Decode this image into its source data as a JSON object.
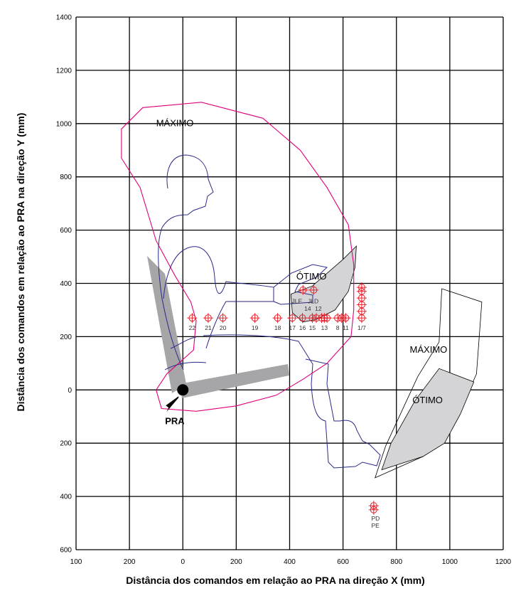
{
  "chart_data": {
    "type": "scatter",
    "xlabel": "Distância dos comandos em relação ao PRA na direção X (mm)",
    "ylabel": "Distância dos comandos em relação ao PRA na direção Y (mm)",
    "xlim": [
      -400,
      1200
    ],
    "ylim": [
      -600,
      1400
    ],
    "x_ticks": [
      -400,
      -200,
      0,
      200,
      400,
      600,
      800,
      1000,
      1200
    ],
    "x_tick_labels": [
      "100",
      "200",
      "0",
      "200",
      "400",
      "600",
      "800",
      "1000",
      "1200"
    ],
    "y_ticks": [
      1400,
      1200,
      1000,
      800,
      600,
      400,
      200,
      0,
      -200,
      -400,
      -600
    ],
    "y_tick_labels": [
      "1400",
      "1200",
      "1000",
      "800",
      "600",
      "400",
      "200",
      "0",
      "200",
      "400",
      "600"
    ],
    "grid": true,
    "hand_envelope_max": [
      [
        -230,
        980
      ],
      [
        -150,
        1060
      ],
      [
        70,
        1080
      ],
      [
        300,
        1020
      ],
      [
        440,
        900
      ],
      [
        540,
        760
      ],
      [
        620,
        620
      ],
      [
        640,
        470
      ],
      [
        640,
        300
      ],
      [
        630,
        200
      ],
      [
        540,
        100
      ],
      [
        450,
        40
      ],
      [
        350,
        -20
      ],
      [
        200,
        -60
      ],
      [
        50,
        -80
      ],
      [
        -80,
        -70
      ],
      [
        -100,
        0
      ],
      [
        -60,
        60
      ],
      [
        40,
        150
      ],
      [
        50,
        260
      ],
      [
        30,
        330
      ],
      [
        -30,
        430
      ],
      [
        -100,
        560
      ],
      [
        -160,
        760
      ],
      [
        -230,
        870
      ],
      [
        -230,
        980
      ]
    ],
    "hand_envelope_opt": [
      [
        405,
        360
      ],
      [
        485,
        390
      ],
      [
        600,
        490
      ],
      [
        650,
        540
      ],
      [
        645,
        460
      ],
      [
        620,
        370
      ],
      [
        570,
        300
      ],
      [
        500,
        265
      ],
      [
        450,
        255
      ],
      [
        410,
        290
      ],
      [
        405,
        360
      ]
    ],
    "foot_envelope_max": [
      [
        720,
        -330
      ],
      [
        760,
        -210
      ],
      [
        880,
        50
      ],
      [
        960,
        180
      ],
      [
        970,
        380
      ],
      [
        1120,
        330
      ],
      [
        1100,
        60
      ],
      [
        1020,
        -120
      ],
      [
        900,
        -250
      ],
      [
        720,
        -330
      ]
    ],
    "foot_envelope_opt": [
      [
        745,
        -300
      ],
      [
        780,
        -200
      ],
      [
        870,
        -40
      ],
      [
        960,
        80
      ],
      [
        1090,
        30
      ],
      [
        1040,
        -90
      ],
      [
        980,
        -200
      ],
      [
        900,
        -250
      ],
      [
        745,
        -300
      ]
    ],
    "controls": [
      {
        "label": "22",
        "x": 35,
        "y": 270
      },
      {
        "label": "21",
        "x": 95,
        "y": 270
      },
      {
        "label": "20",
        "x": 150,
        "y": 270
      },
      {
        "label": "19",
        "x": 270,
        "y": 270
      },
      {
        "label": "18",
        "x": 355,
        "y": 270
      },
      {
        "label": "17",
        "x": 410,
        "y": 270
      },
      {
        "label": "16",
        "x": 448,
        "y": 270
      },
      {
        "label": "15",
        "x": 485,
        "y": 270
      },
      {
        "label": "13",
        "x": 530,
        "y": 270
      },
      {
        "label": "8",
        "x": 580,
        "y": 270
      },
      {
        "label": "11",
        "x": 610,
        "y": 270
      },
      {
        "label": "1/7",
        "x": 670,
        "y": 270
      }
    ],
    "extra_markers": [
      {
        "x": 450,
        "y": 375
      },
      {
        "x": 490,
        "y": 375
      },
      {
        "x": 500,
        "y": 270
      },
      {
        "x": 520,
        "y": 270
      },
      {
        "x": 540,
        "y": 270
      },
      {
        "x": 595,
        "y": 270
      },
      {
        "x": 670,
        "y": 295
      },
      {
        "x": 670,
        "y": 320
      },
      {
        "x": 670,
        "y": 345
      },
      {
        "x": 670,
        "y": 370
      },
      {
        "x": 670,
        "y": 385
      },
      {
        "x": 715,
        "y": -435
      },
      {
        "x": 715,
        "y": -450
      }
    ],
    "annotations": [
      {
        "text": "MÁXIMO",
        "x": -100,
        "y": 990
      },
      {
        "text": "ÓTIMO",
        "x": 425,
        "y": 415
      },
      {
        "text": "MÁXIMO",
        "x": 850,
        "y": 140
      },
      {
        "text": "ÓTIMO",
        "x": 860,
        "y": -50
      },
      {
        "text": "JLE",
        "x": 408,
        "y": 325
      },
      {
        "text": "JLD",
        "x": 468,
        "y": 325
      },
      {
        "text": "14",
        "x": 455,
        "y": 297
      },
      {
        "text": "12",
        "x": 495,
        "y": 297
      },
      {
        "text": "PD",
        "x": 706,
        "y": -490
      },
      {
        "text": "PE",
        "x": 706,
        "y": -517
      }
    ],
    "origin_label": "PRA",
    "colors": {
      "max_envelope": "#e0007a",
      "opt_fill": "#d4d4d6",
      "manikin": "#2a2a8a",
      "seat": "#a6a6a8",
      "marker": "#e8202a",
      "grid": "#000000"
    }
  }
}
